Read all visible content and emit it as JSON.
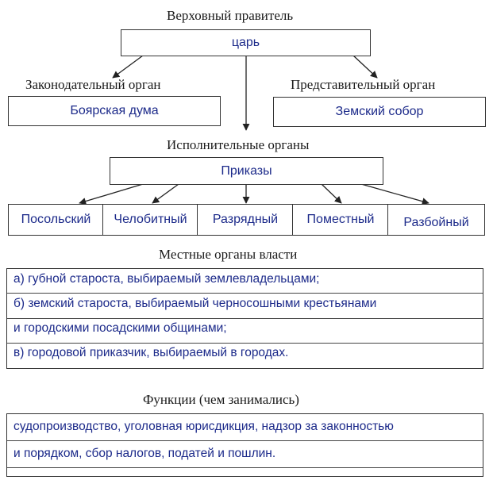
{
  "supreme": {
    "heading": "Верховный правитель",
    "value": "царь"
  },
  "legislative": {
    "heading": "Законодательный орган",
    "value": "Боярская дума"
  },
  "representative": {
    "heading": "Представительный орган",
    "value": "Земский собор"
  },
  "executive": {
    "heading": "Исполнительные органы",
    "value": "Приказы",
    "prikazy": [
      "Посольский",
      "Челобитный",
      "Разрядный",
      "Поместный",
      "Разбойный"
    ]
  },
  "local": {
    "heading": "Местные органы власти",
    "lines": [
      "а) губной староста, выбираемый землевладельцами;",
      "б) земский староста, выбираемый черносошными крестьянами",
      "и городскими посадскими общинами;",
      "в) городовой приказчик, выбираемый в городах."
    ]
  },
  "functions": {
    "heading": "Функции (чем занимались)",
    "lines": [
      "судопроизводство, уголовная юрисдикция, надзор за законностью",
      "и порядком, сбор налогов, податей и пошлин."
    ]
  },
  "colors": {
    "ink": "#1a1a1a",
    "handwriting": "#1c2a8a",
    "border": "#333333"
  }
}
